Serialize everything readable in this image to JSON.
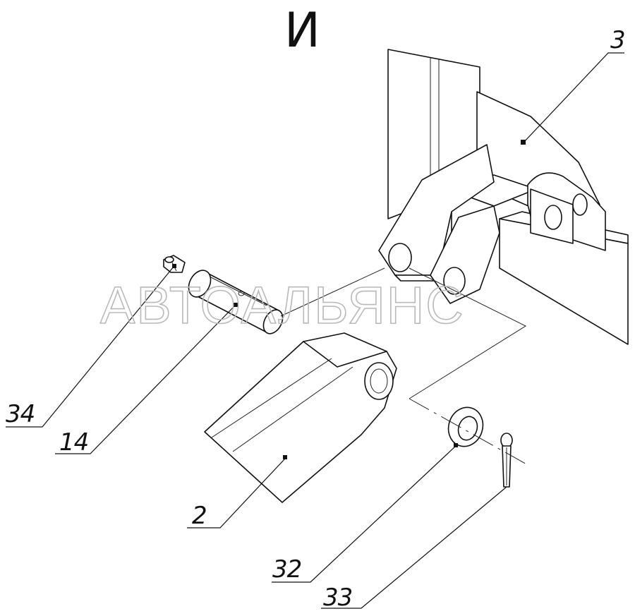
{
  "view_label": "И",
  "watermark": "АВТОАЛЬЯНС",
  "callouts": {
    "part3": "3",
    "part34": "34",
    "part14": "14",
    "part2": "2",
    "part32": "32",
    "part33": "33"
  }
}
